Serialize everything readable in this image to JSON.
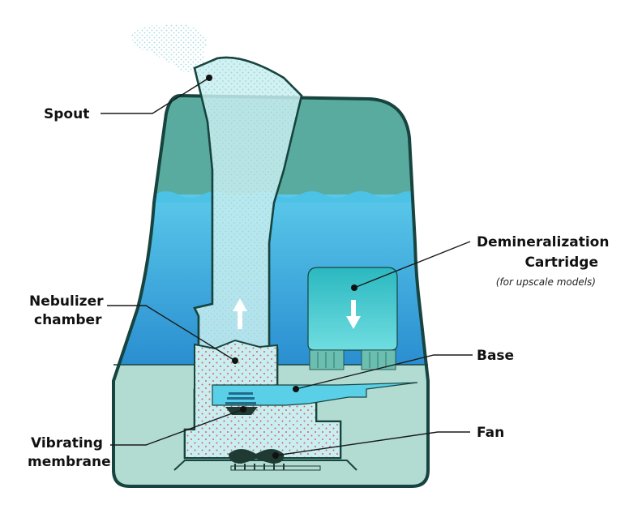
{
  "labels": {
    "spout": "Spout",
    "demineralization_line1": "Demineralization",
    "demineralization_line2": "Cartridge",
    "demineralization_note": "(for upscale models)",
    "nebulizer_line1": "Nebulizer",
    "nebulizer_line2": "chamber",
    "base": "Base",
    "vibrating_line1": "Vibrating",
    "vibrating_line2": "membrane",
    "fan": "Fan"
  },
  "colors": {
    "outline": "#17443f",
    "tank_top": "#5aab9f",
    "water": "#45bde0",
    "water_deep": "#2a8ed0",
    "base_body": "#b2dcd2",
    "mist": "#c9eef0",
    "cartridge": "#3ac4c8",
    "mist_dots": "#d96070",
    "fan": "#1f3a33",
    "arrow": "#ffffff"
  },
  "icons": {
    "up_arrow": "arrow-up-icon",
    "down_arrow": "arrow-down-icon"
  }
}
